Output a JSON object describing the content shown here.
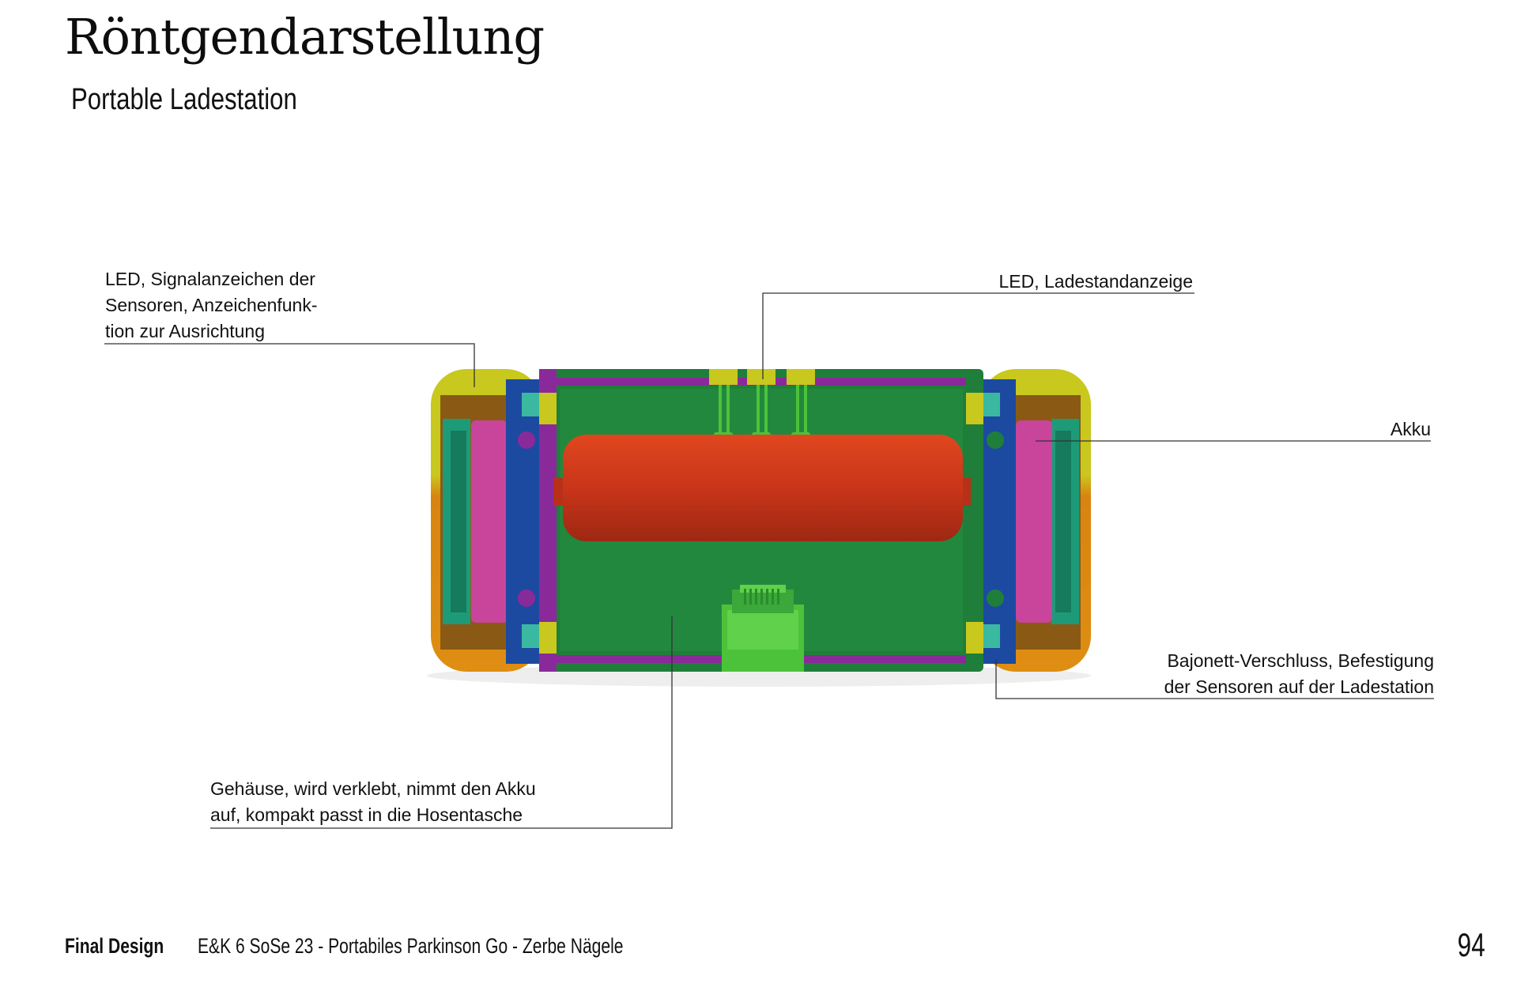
{
  "header": {
    "title": "Röntgendarstellung",
    "subtitle": "Portable Ladestation"
  },
  "callouts": {
    "led_signal": [
      "LED, Signalanzeichen der",
      "Sensoren, Anzeichenfunk-",
      "tion zur Ausrichtung"
    ],
    "led_charge": [
      "LED, Ladestandanzeige"
    ],
    "battery": [
      "Akku"
    ],
    "bayonet": [
      "Bajonett-Verschluss, Befestigung",
      "der Sensoren auf der Ladestation"
    ],
    "housing": [
      "Gehäuse, wird verklebt, nimmt den Akku",
      "auf, kompakt passt in die Hosentasche"
    ]
  },
  "footer": {
    "section": "Final Design",
    "info": "E&K 6  SoSe 23  -  Portabiles  Parkinson Go  -  Zerbe  Nägele",
    "page": "94"
  },
  "colors": {
    "yellow": "#c8c81e",
    "orange": "#d98410",
    "blue": "#1c4aa0",
    "teal": "#1d9b78",
    "pink": "#c8459b",
    "green": "#1f7f3a",
    "purple": "#8a2a9a",
    "battery": "#c9351a",
    "light_green": "#4cc23a"
  }
}
